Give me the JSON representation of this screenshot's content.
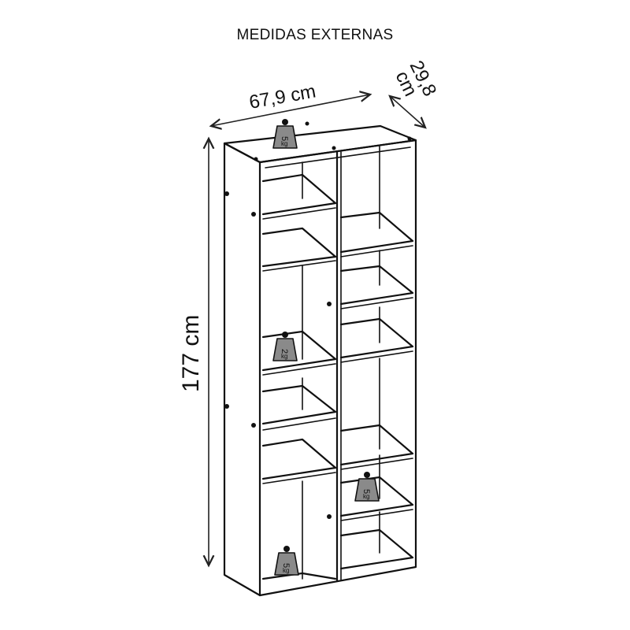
{
  "title": "MEDIDAS EXTERNAS",
  "dimensions": {
    "width": "67,9 cm",
    "depth_value": "29,8",
    "depth_unit": "cm",
    "height": "177 cm"
  },
  "weights": [
    {
      "value": "5",
      "unit": "kg",
      "location": "top"
    },
    {
      "value": "2",
      "unit": "kg",
      "location": "left-middle-shelf"
    },
    {
      "value": "5",
      "unit": "kg",
      "location": "right-lower-shelf"
    },
    {
      "value": "5",
      "unit": "kg",
      "location": "bottom-left"
    }
  ]
}
